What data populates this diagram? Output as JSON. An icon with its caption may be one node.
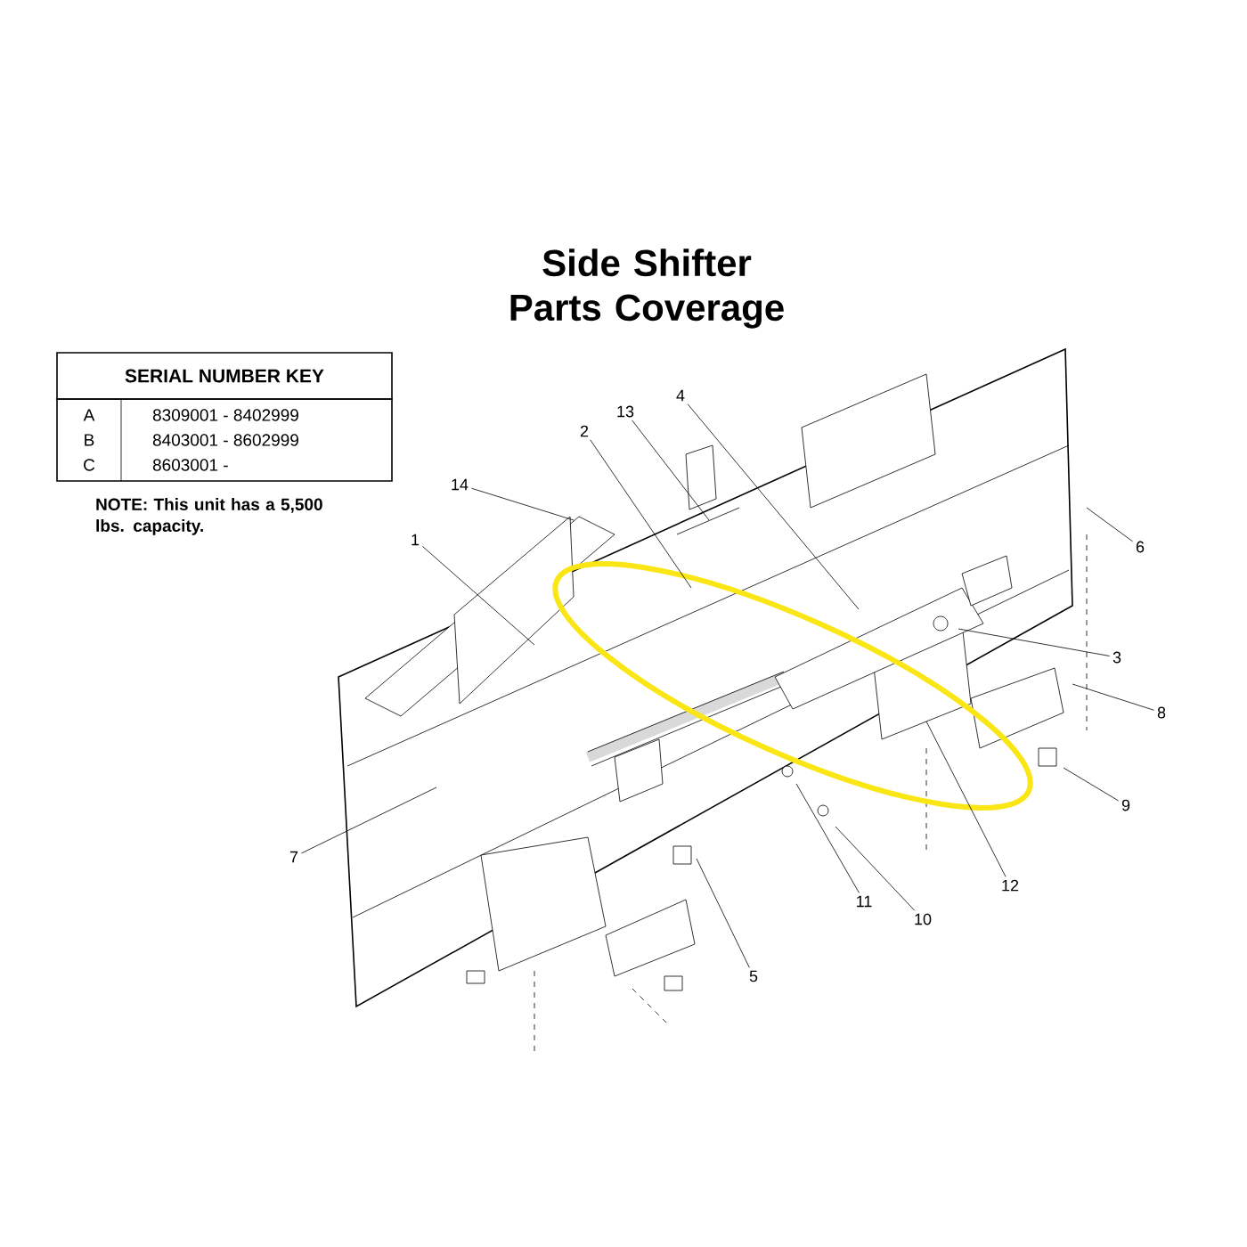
{
  "diagram": {
    "title": "Side Shifter Parts Coverage",
    "nodes": [
      {
        "text": [
          "14"
        ]
      },
      {
        "text": [
          "1"
        ]
      },
      {
        "text": [
          "2"
        ]
      },
      {
        "text": [
          "13"
        ]
      },
      {
        "text": [
          "4"
        ]
      },
      {
        "text": [
          "6"
        ]
      },
      {
        "text": [
          "3"
        ]
      },
      {
        "text": [
          "8"
        ]
      },
      {
        "text": [
          "9"
        ]
      },
      {
        "text": [
          "7"
        ]
      },
      {
        "text": [
          "12"
        ]
      },
      {
        "text": [
          "11"
        ]
      },
      {
        "text": [
          "10"
        ]
      },
      {
        "text": [
          "5"
        ]
      }
    ],
    "edges": [
      {
        "from": 0,
        "to": null,
        "arrow": "none"
      },
      {
        "from": 1,
        "to": null,
        "arrow": "none"
      },
      {
        "from": 2,
        "to": null,
        "arrow": "none"
      },
      {
        "from": 3,
        "to": null,
        "arrow": "none"
      },
      {
        "from": 4,
        "to": null,
        "arrow": "none"
      },
      {
        "from": 5,
        "to": null,
        "arrow": "none"
      },
      {
        "from": 6,
        "to": null,
        "arrow": "none"
      },
      {
        "from": 7,
        "to": null,
        "arrow": "none"
      },
      {
        "from": 8,
        "to": null,
        "arrow": "none"
      },
      {
        "from": 9,
        "to": null,
        "arrow": "none"
      },
      {
        "from": 10,
        "to": null,
        "arrow": "none"
      },
      {
        "from": 11,
        "to": null,
        "arrow": "none"
      },
      {
        "from": 12,
        "to": null,
        "arrow": "none"
      },
      {
        "from": 13,
        "to": null,
        "arrow": "none"
      }
    ],
    "labels": [
      "SERIAL NUMBER KEY",
      "A",
      "8309001 - 8402999",
      "B",
      "8403001 - 8602999",
      "C",
      "8603001 -",
      "NOTE: This unit has a 5,500 lbs. capacity."
    ]
  }
}
